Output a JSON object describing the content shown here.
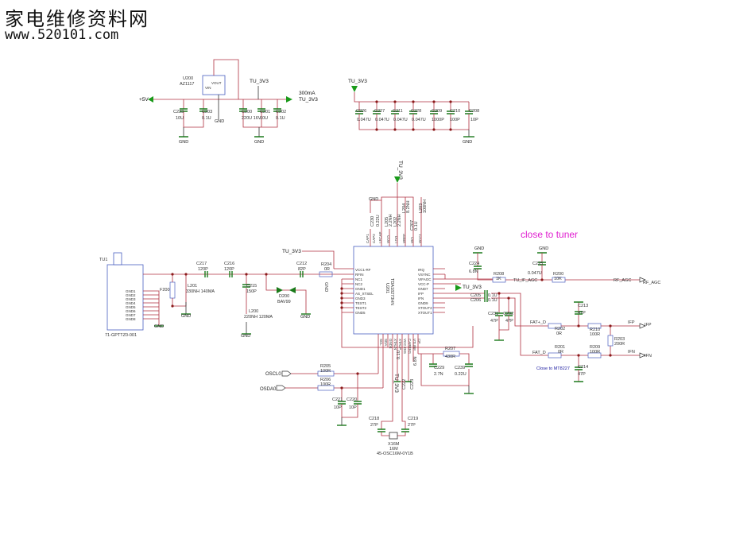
{
  "watermark": {
    "title": "家电维修资料网",
    "url": "www.520101.com"
  },
  "annotations": {
    "close_to_tuner": "close to tuner",
    "close_to_mt8227": "Close to MT8227",
    "current_300ma": "300mA"
  },
  "nets": {
    "p5v": "+5V",
    "tu3v3": "TU_3V3",
    "gnd": "GND",
    "oscl": "OSCL0",
    "osda": "OSDA0",
    "tu_if_agc": "TU_IF_AGC",
    "rf_agc": "RF_AGC",
    "ifp": "IFP",
    "ifn": "IFN",
    "fat_p": "FAT+_D",
    "fat_n": "FAT_D"
  },
  "regulator": {
    "ref": "U200",
    "part": "AZ1117",
    "pins": [
      "VIN",
      "VOUT",
      "GND/ADJ"
    ]
  },
  "power_caps": [
    {
      "ref": "C233",
      "value": "10U"
    },
    {
      "ref": "C203",
      "value": "0.1U"
    },
    {
      "ref": "C200",
      "value": "220U 16V"
    },
    {
      "ref": "C201",
      "value": "10U"
    },
    {
      "ref": "C202",
      "value": "0.1U"
    }
  ],
  "decoupling_caps": [
    {
      "ref": "C226",
      "value": "0.047U"
    },
    {
      "ref": "C227",
      "value": "0.047U"
    },
    {
      "ref": "C211",
      "value": "0.047U"
    },
    {
      "ref": "C228",
      "value": "0.047U"
    },
    {
      "ref": "C209",
      "value": "1000P"
    },
    {
      "ref": "C210",
      "value": "100P"
    },
    {
      "ref": "C208",
      "value": "10P"
    }
  ],
  "tuner": {
    "ref": "TU1",
    "part": "71-GPTTZ0-001",
    "gnd_pins": [
      "GND1",
      "GND2",
      "GND3",
      "GND4",
      "GND5",
      "GND6",
      "GND7",
      "GND8"
    ]
  },
  "rf_chain": {
    "f200": "F200",
    "c217": {
      "ref": "C217",
      "value": "120P"
    },
    "c216": {
      "ref": "C216",
      "value": "120P"
    },
    "l201": {
      "ref": "L201",
      "value": "330NH 140MA"
    },
    "c215": {
      "ref": "C215",
      "value": "150P"
    },
    "l200": {
      "ref": "L200",
      "value": "220NH 120MA"
    },
    "d200": {
      "ref": "D200",
      "value": "BAV99"
    },
    "c212": {
      "ref": "C212",
      "value": "82P"
    },
    "r204": {
      "ref": "R204",
      "value": "0R"
    }
  },
  "ic": {
    "ref": "U201",
    "part": "TDA18273HN",
    "left_pins": [
      "VCC1-RF",
      "RFIN",
      "NC1",
      "NC2",
      "GND1",
      "AS_XTSEL",
      "GND3",
      "TEST1",
      "TEST2",
      "GND5"
    ],
    "right_pins": [
      "IRQ",
      "VSYNC",
      "VIFAGC",
      "VCC-P",
      "GND7",
      "IFP",
      "IFN",
      "GND9",
      "XTOUT2",
      "XTOUT1"
    ],
    "top_pins": [
      "CAP1",
      "CAP2",
      "LFCAP",
      "VCO",
      "LDO",
      "VREF",
      "VIO",
      "VCC1"
    ],
    "bottom_pins": [
      "SCL",
      "SDA",
      "GND4",
      "XTALN",
      "XTALP",
      "VCC-DIG",
      "CAPREG",
      "VTUNE",
      "CP"
    ],
    "top_parts": [
      {
        "ref": "C230",
        "value": "0.22U"
      },
      {
        "ref": "L205",
        "value": "2.2NH"
      },
      {
        "ref": "L202",
        "value": "2.2NH"
      },
      {
        "ref": "L204",
        "value": "8.2NH"
      },
      {
        "ref": "C207",
        "value": "0.1U"
      },
      {
        "ref": "L203",
        "value": "100NH"
      }
    ]
  },
  "i2c": {
    "r205": {
      "ref": "R205",
      "value": "100R"
    },
    "r206": {
      "ref": "R206",
      "value": "100R"
    },
    "c221": {
      "ref": "C221",
      "value": "10P"
    },
    "c220": {
      "ref": "C220",
      "value": "10P"
    }
  },
  "crystal": {
    "ref": "X16M",
    "freq": "16M",
    "part": "45-OSC16M-0Y1B",
    "c218": {
      "ref": "C218",
      "value": "27P"
    },
    "c219": {
      "ref": "C219",
      "value": "27P"
    }
  },
  "pll": {
    "c222": {
      "ref": "C222",
      "value": "0.1U"
    },
    "c223": {
      "ref": "C223",
      "value": "6.8N"
    },
    "c229": {
      "ref": "C229",
      "value": "2.7N"
    },
    "c239": {
      "ref": "C239",
      "value": "0.22U"
    },
    "r207": {
      "ref": "R207",
      "value": "430R"
    }
  },
  "output": {
    "c224": {
      "ref": "C224",
      "value": "6.8N"
    },
    "r208": {
      "ref": "R208",
      "value": "1K"
    },
    "c225": {
      "ref": "C225",
      "value": "0.047U"
    },
    "r200": {
      "ref": "R200",
      "value": "10K"
    },
    "c205": {
      "ref": "C205",
      "value": "0.1U"
    },
    "c206": {
      "ref": "C206",
      "value": "0.1U"
    },
    "c231": {
      "ref": "C231",
      "value": "47P"
    },
    "c232": {
      "ref": "C232",
      "value": "47P"
    },
    "c213": {
      "ref": "C213",
      "value": "47P"
    },
    "c214": {
      "ref": "C214",
      "value": "47P"
    },
    "r202": {
      "ref": "R202",
      "value": "0R"
    },
    "r201": {
      "ref": "R201",
      "value": "0R"
    },
    "r210": {
      "ref": "R210",
      "value": "100R"
    },
    "r209": {
      "ref": "R209",
      "value": "100R"
    },
    "r203": {
      "ref": "R203",
      "value": "200R"
    }
  }
}
